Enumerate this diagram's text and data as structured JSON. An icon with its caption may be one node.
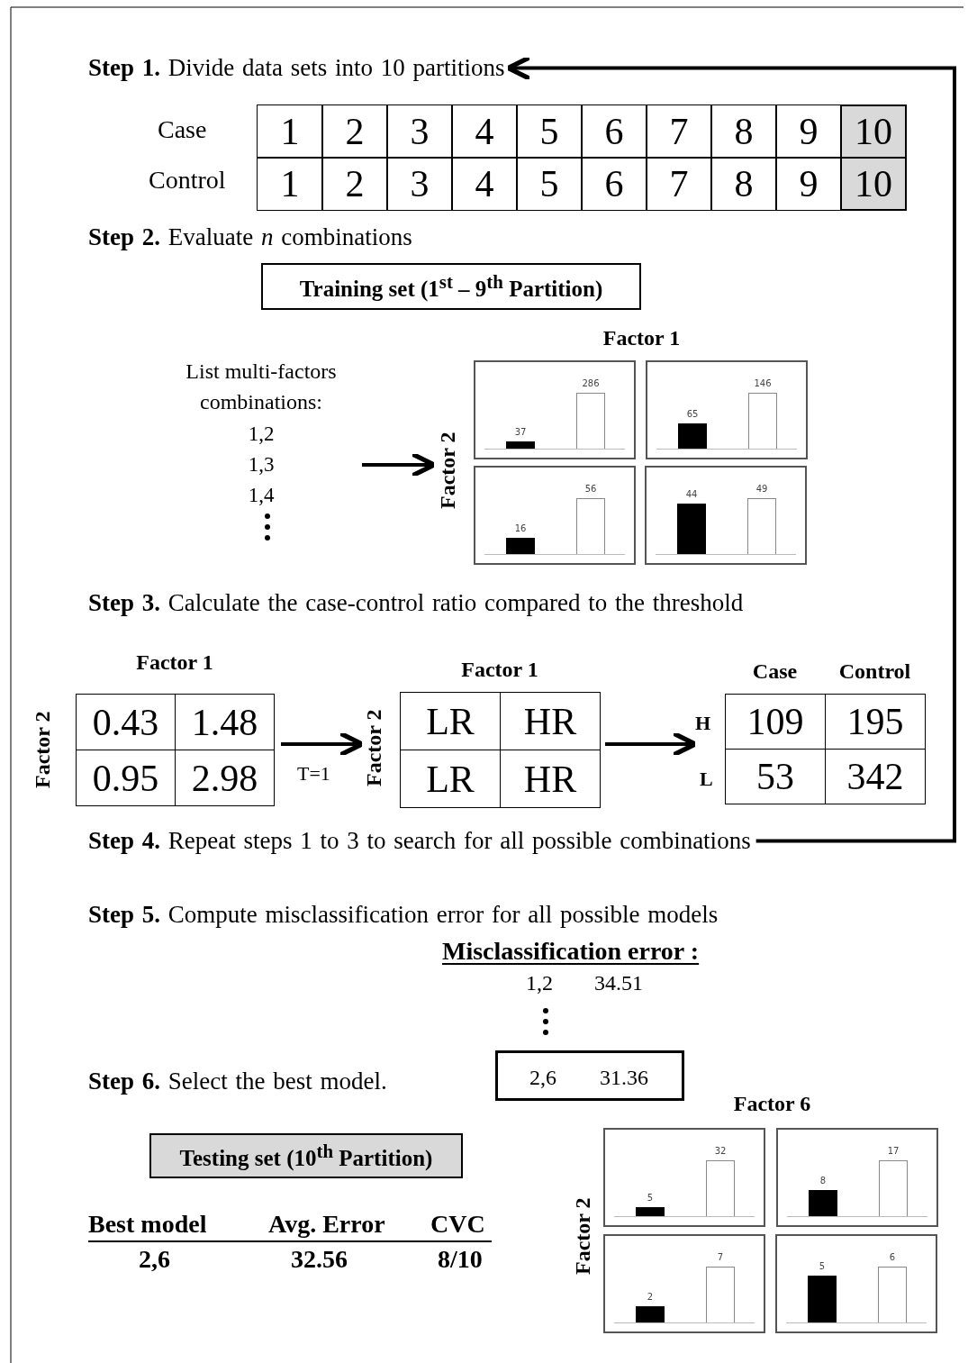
{
  "diagram": {
    "nodes": [
      {
        "text": [
          "**Step 1.** Divide data sets into 10 partitions"
        ]
      },
      {
        "text": [
          "Training set (1$^{st}$ – 9$^{th}$ Partition)"
        ]
      },
      {
        "text": [
          "List multi-factors combinations:",
          "1,2",
          "1,3",
          "1,4"
        ]
      },
      {
        "text": [
          "Factor 1",
          "Factor 2"
        ]
      },
      {
        "text": [
          "37",
          "286"
        ],
        "in": 3
      },
      {
        "text": [
          "65",
          "146"
        ],
        "in": 3
      },
      {
        "text": [
          "16",
          "56"
        ],
        "in": 3
      },
      {
        "text": [
          "44",
          "49"
        ],
        "in": 3
      },
      {
        "text": [
          "Factor 1",
          "Factor 2",
          "0.43",
          "1.48",
          "0.95",
          "2.98"
        ]
      },
      {
        "text": [
          "Factor 1",
          "Factor 2",
          "LR",
          "HR",
          "LR",
          "HR"
        ]
      },
      {
        "text": [
          "Case",
          "Control",
          "H",
          "109",
          "195",
          "L",
          "53",
          "342"
        ]
      },
      {
        "text": [
          "**Step 4.**  Repeat steps 1 to 3 to search for all possible combinations"
        ]
      },
      {
        "text": [
          "2,6",
          "31.36"
        ]
      },
      {
        "text": [
          "Testing set (10$^{th}$ Partition)"
        ]
      },
      {
        "text": [
          "Factor 6",
          "Factor 2"
        ]
      },
      {
        "text": [
          "5",
          "32"
        ],
        "in": 14
      },
      {
        "text": [
          "8",
          "17"
        ],
        "in": 14
      },
      {
        "text": [
          "2",
          "7"
        ],
        "in": 14
      },
      {
        "text": [
          "5",
          "6"
        ],
        "in": 14
      }
    ],
    "edges": [
      {
        "from": 2,
        "to": 3,
        "arrow": "to"
      },
      {
        "from": 8,
        "to": 9,
        "arrow": "to",
        "label": "T=1"
      },
      {
        "from": 9,
        "to": 10,
        "arrow": "to"
      },
      {
        "from": 11,
        "to": 0,
        "arrow": "to"
      }
    ],
    "labels": [
      "Case",
      "1",
      "2",
      "3",
      "4",
      "5",
      "6",
      "7",
      "8",
      "9",
      "10",
      "Control",
      "1",
      "2",
      "3",
      "4",
      "5",
      "6",
      "7",
      "8",
      "9",
      "10",
      "**Step 2.** Evaluate *n* combinations",
      "**Step 3.** Calculate the case-control ratio compared to the threshold",
      "**Step 5.** Compute misclassification error for all possible models",
      "Misclassification error :",
      "1,2",
      "34.51",
      "**Step 6.** Select the best model.",
      "Best model",
      "Avg. Error",
      "CVC",
      "2,6",
      "32.56",
      "8/10"
    ]
  }
}
